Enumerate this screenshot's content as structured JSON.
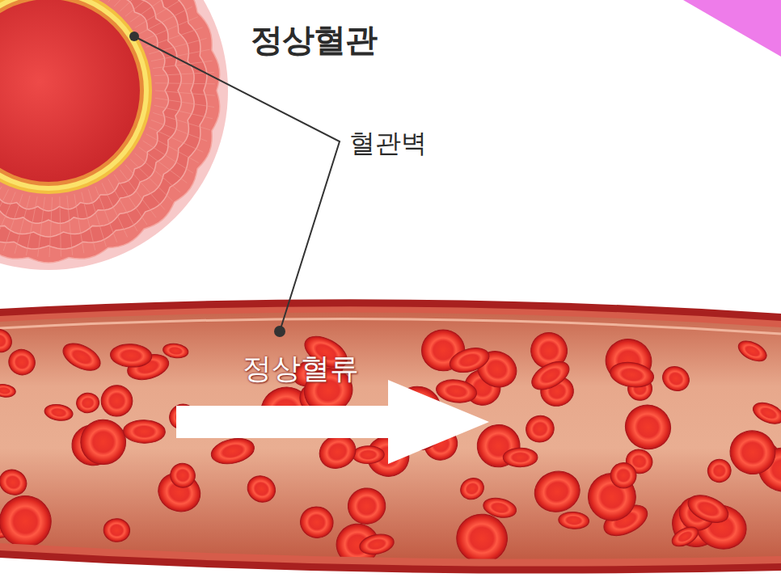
{
  "diagram": {
    "title": "정상혈관",
    "labels": [
      "혈관벽",
      "정상혈류"
    ]
  }
}
